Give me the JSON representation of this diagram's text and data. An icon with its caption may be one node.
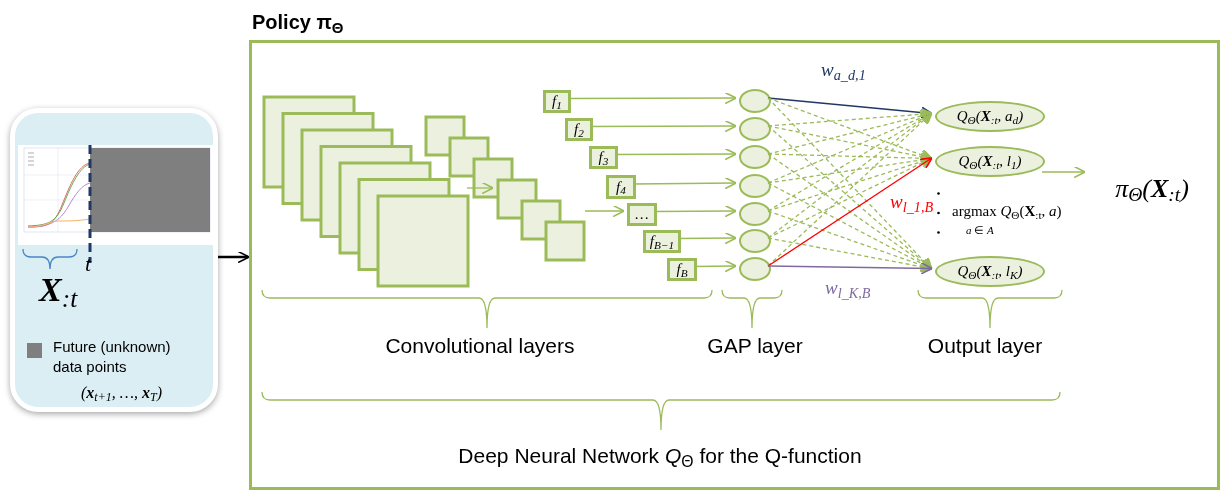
{
  "diagram": {
    "nodes": [
      {
        "text": [
          "t",
          "**X**$_{:t}$",
          "(**x**$_{t+1}$, …, **x**$_{T}$)"
        ]
      },
      {
        "text": [
          "Policy π$_{Θ}$"
        ]
      },
      {
        "text": [],
        "shape": "box",
        "in": 1
      },
      {
        "text": [],
        "shape": "box",
        "in": 1
      },
      {
        "text": [
          "f$_{1}$"
        ],
        "in": 1
      },
      {
        "text": [
          "f$_{2}$"
        ],
        "in": 1
      },
      {
        "text": [
          "f$_{3}$"
        ],
        "in": 1
      },
      {
        "text": [
          "f$_{4}$"
        ],
        "in": 1
      },
      {
        "text": [
          "…"
        ],
        "in": 1
      },
      {
        "text": [
          "f$_{B−1}$"
        ],
        "in": 1
      },
      {
        "text": [
          "f$_{B}$"
        ],
        "in": 1
      },
      {
        "text": [],
        "shape": "circle",
        "in": 1
      },
      {
        "text": [],
        "shape": "circle",
        "in": 1
      },
      {
        "text": [],
        "shape": "circle",
        "in": 1
      },
      {
        "text": [],
        "shape": "circle",
        "in": 1
      },
      {
        "text": [],
        "shape": "circle",
        "in": 1
      },
      {
        "text": [],
        "shape": "circle",
        "in": 1
      },
      {
        "text": [],
        "shape": "circle",
        "in": 1
      },
      {
        "text": [
          "Q$_{Θ}$(**X**$_{:t}$, a$_{d}$)"
        ],
        "in": 1
      },
      {
        "text": [
          "Q$_{Θ}$(**X**$_{:t}$, l$_{1}$)"
        ],
        "in": 1
      },
      {
        "text": [
          "Q$_{Θ}$(**X**$_{:t}$, l$_{K}$)"
        ],
        "in": 1
      },
      {
        "text": [
          "π$_{Θ}$(**X**$_{:t}$)"
        ],
        "in": 1
      }
    ],
    "edges": [
      {
        "from": 0,
        "to": 1,
        "arrow": "to",
        "color": "#000000"
      },
      {
        "from": 2,
        "to": 3,
        "arrow": "to"
      },
      {
        "from": 3,
        "to": 8,
        "arrow": "to"
      },
      {
        "from": 4,
        "to": 11,
        "arrow": "to"
      },
      {
        "from": 5,
        "to": 12,
        "arrow": "to"
      },
      {
        "from": 6,
        "to": 13,
        "arrow": "to"
      },
      {
        "from": 7,
        "to": 14,
        "arrow": "to"
      },
      {
        "from": 8,
        "to": 15,
        "arrow": "to"
      },
      {
        "from": 9,
        "to": 16,
        "arrow": "to"
      },
      {
        "from": 10,
        "to": 17,
        "arrow": "to"
      },
      {
        "from": 11,
        "to": 18,
        "arrow": "to",
        "label": "w$_{a_d,1}$",
        "color": "#1f3864"
      },
      {
        "from": 11,
        "to": 19,
        "arrow": "to",
        "style": "dashed"
      },
      {
        "from": 11,
        "to": 20,
        "arrow": "to",
        "style": "dashed"
      },
      {
        "from": 12,
        "to": 18,
        "arrow": "to",
        "style": "dashed"
      },
      {
        "from": 12,
        "to": 19,
        "arrow": "to",
        "style": "dashed"
      },
      {
        "from": 12,
        "to": 20,
        "arrow": "to",
        "style": "dashed"
      },
      {
        "from": 13,
        "to": 18,
        "arrow": "to",
        "style": "dashed"
      },
      {
        "from": 13,
        "to": 19,
        "arrow": "to",
        "style": "dashed"
      },
      {
        "from": 13,
        "to": 20,
        "arrow": "to",
        "style": "dashed"
      },
      {
        "from": 14,
        "to": 18,
        "arrow": "to",
        "style": "dashed"
      },
      {
        "from": 14,
        "to": 19,
        "arrow": "to",
        "style": "dashed"
      },
      {
        "from": 14,
        "to": 20,
        "arrow": "to",
        "style": "dashed"
      },
      {
        "from": 15,
        "to": 18,
        "arrow": "to",
        "style": "dashed"
      },
      {
        "from": 15,
        "to": 19,
        "arrow": "to",
        "style": "dashed"
      },
      {
        "from": 15,
        "to": 20,
        "arrow": "to",
        "style": "dashed"
      },
      {
        "from": 16,
        "to": 18,
        "arrow": "to",
        "style": "dashed"
      },
      {
        "from": 16,
        "to": 19,
        "arrow": "to",
        "style": "dashed"
      },
      {
        "from": 16,
        "to": 20,
        "arrow": "to",
        "style": "dashed"
      },
      {
        "from": 17,
        "to": 18,
        "arrow": "to",
        "style": "dashed"
      },
      {
        "from": 17,
        "to": 19,
        "arrow": "to",
        "label": "w$_{l_1,B}$",
        "color": "#ff0000"
      },
      {
        "from": 17,
        "to": 20,
        "arrow": "to",
        "label": "w$_{l_K,B}$",
        "color": "#7f6a9f"
      },
      {
        "from": 19,
        "to": 21,
        "arrow": "to"
      }
    ],
    "labels": [
      "argmax *Q*$_{Θ}$(**X**$_{:t}$, *a*)",
      "*a* ∈ *A*",
      "Convolutional layers",
      "GAP layer",
      "Output layer",
      "Deep Neural Network *Q*$_{Θ}$ for the Q-function"
    ],
    "legend": [
      {
        "text": "Future (unknown) data points",
        "color": "#7f7f7f"
      }
    ]
  }
}
